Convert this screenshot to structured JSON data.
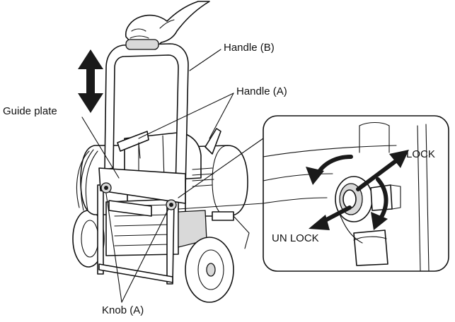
{
  "labels": {
    "handle_b": "Handle (B)",
    "handle_a": "Handle (A)",
    "guide_plate": "Guide plate",
    "lock": "LOCK",
    "unlock": "UN LOCK",
    "knob_a": "Knob (A)"
  },
  "icons": {
    "vertical_move": "double-arrow-icon",
    "rotation": "rotate-arrows-icon"
  },
  "colors": {
    "line": "#111111",
    "shade": "#d9d9d9",
    "background": "#ffffff"
  }
}
